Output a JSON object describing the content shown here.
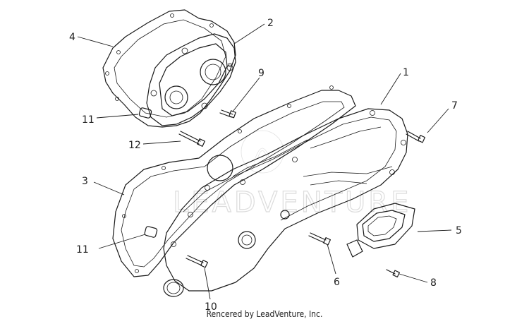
{
  "watermark": "LEADVENTURE",
  "credit": "Rencered by LeadVenture, Inc.",
  "callouts": [
    {
      "id": "1",
      "label": "1"
    },
    {
      "id": "2",
      "label": "2"
    },
    {
      "id": "3",
      "label": "3"
    },
    {
      "id": "4",
      "label": "4"
    },
    {
      "id": "5",
      "label": "5"
    },
    {
      "id": "6",
      "label": "6"
    },
    {
      "id": "7",
      "label": "7"
    },
    {
      "id": "8",
      "label": "8"
    },
    {
      "id": "9",
      "label": "9"
    },
    {
      "id": "10",
      "label": "10"
    },
    {
      "id": "11a",
      "label": "11"
    },
    {
      "id": "11b",
      "label": "11"
    },
    {
      "id": "12",
      "label": "12"
    }
  ]
}
